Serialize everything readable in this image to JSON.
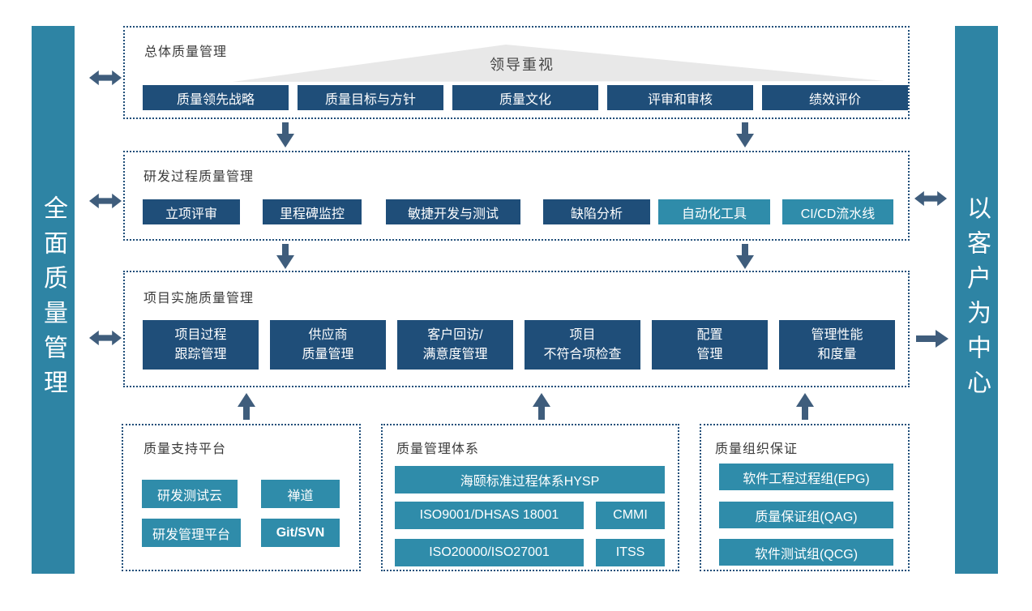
{
  "colors": {
    "navy": "#1f4e79",
    "teal": "#2e84a4",
    "teal-btn": "#2f8caa",
    "arrow": "#3f5d7c",
    "border": "#1f4e79",
    "banner-bg": "#e8e8e8"
  },
  "left_bar": {
    "text": "全面质量管理"
  },
  "right_bar": {
    "text": "以客户为中心"
  },
  "overall": {
    "title": "总体质量管理",
    "banner": "领导重视",
    "items": [
      "质量领先战略",
      "质量目标与方针",
      "质量文化",
      "评审和审核",
      "绩效评价"
    ]
  },
  "rd": {
    "title": "研发过程质量管理",
    "items": [
      {
        "label": "立项评审"
      },
      {
        "label": "里程碑监控"
      },
      {
        "label": "敏捷开发与测试"
      },
      {
        "label": "缺陷分析"
      },
      {
        "label": "自动化工具"
      },
      {
        "label": "CI/CD流水线"
      }
    ]
  },
  "project": {
    "title": "项目实施质量管理",
    "items": [
      {
        "line1": "项目过程",
        "line2": "跟踪管理"
      },
      {
        "line1": "供应商",
        "line2": "质量管理"
      },
      {
        "line1": "客户回访/",
        "line2": "满意度管理"
      },
      {
        "line1": "项目",
        "line2": "不符合项检查"
      },
      {
        "line1": "配置",
        "line2": "管理"
      },
      {
        "line1": "管理性能",
        "line2": "和度量"
      }
    ]
  },
  "platform": {
    "title": "质量支持平台",
    "items": [
      "研发测试云",
      "禅道",
      "研发管理平台",
      "Git/SVN"
    ]
  },
  "system": {
    "title": "质量管理体系",
    "rows": [
      [
        "海颐标准过程体系HYSP"
      ],
      [
        "ISO9001/DHSAS 18001",
        "CMMI"
      ],
      [
        "ISO20000/ISO27001",
        "ITSS"
      ]
    ]
  },
  "org": {
    "title": "质量组织保证",
    "items": [
      "软件工程过程组(EPG)",
      "质量保证组(QAG)",
      "软件测试组(QCG)"
    ]
  }
}
